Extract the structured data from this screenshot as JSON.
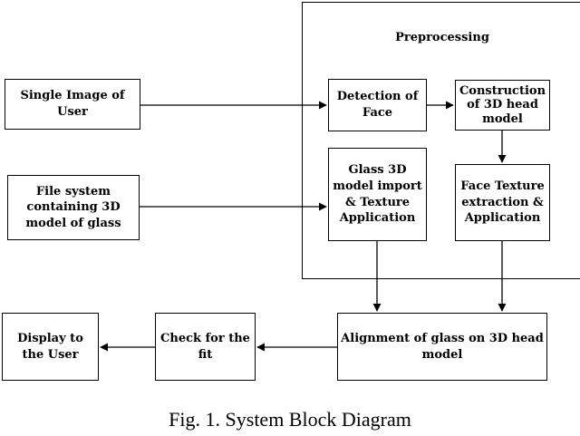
{
  "preprocessing_label": "Preprocessing",
  "boxes": {
    "single_image": "Single Image of User",
    "file_system": "File system containing 3D model of glass",
    "detection": "Detection of Face",
    "construction": "Construction of 3D head model",
    "glass_import": "Glass 3D model import & Texture Application",
    "face_texture": "Face Texture extraction & Application",
    "alignment": "Alignment of glass on 3D head model",
    "check_fit": "Check for the fit",
    "display": "Display to the User"
  },
  "caption": "Fig. 1. System Block Diagram"
}
